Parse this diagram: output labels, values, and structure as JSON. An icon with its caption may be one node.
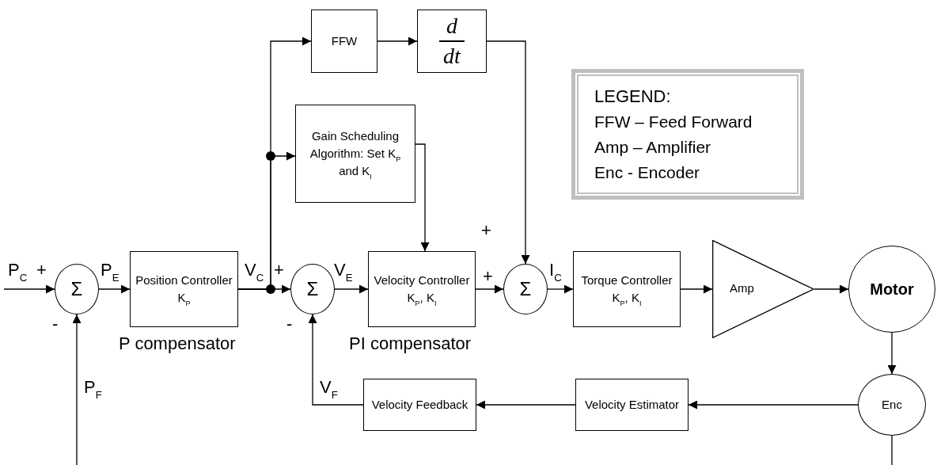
{
  "diagram": {
    "nodes": [
      {
        "text": [
          "Σ"
        ]
      },
      {
        "text": [
          "Position Controller K$_{P}$"
        ],
        "beside": [
          "P compensator"
        ]
      },
      {
        "text": [
          "Σ"
        ]
      },
      {
        "text": [
          "Velocity Controller K$_{P}$, K$_{I}$"
        ],
        "beside": [
          "PI compensator"
        ]
      },
      {
        "text": [
          "Σ"
        ]
      },
      {
        "text": [
          "Torque Controller K$_{P}$, K$_{I}$"
        ]
      },
      {
        "text": [
          "Amp"
        ]
      },
      {
        "text": [
          "Motor"
        ]
      },
      {
        "text": [
          "Enc"
        ]
      },
      {
        "text": [
          "Velocity Estimator"
        ]
      },
      {
        "text": [
          "Velocity Feedback"
        ]
      },
      {
        "text": [
          "FFW"
        ]
      },
      {
        "text": [
          "d",
          "dt"
        ]
      },
      {
        "text": [
          "Gain Scheduling Algorithm: Set K$_{P}$ and K$_{I}$"
        ]
      },
      {
        "text": [
          "LEGEND:",
          "FFW – Feed Forward",
          "Amp – Amplifier",
          "Enc - Encoder"
        ]
      }
    ],
    "edges": [
      {
        "from": null,
        "to": 0,
        "arrow": "to"
      },
      {
        "from": 0,
        "to": 1,
        "arrow": "to"
      },
      {
        "from": 1,
        "to": 2,
        "arrow": "to"
      },
      {
        "from": 1,
        "to": 11,
        "arrow": "to"
      },
      {
        "from": 1,
        "to": 13,
        "arrow": "to"
      },
      {
        "from": 2,
        "to": 3,
        "arrow": "to"
      },
      {
        "from": 13,
        "to": 3,
        "arrow": "to"
      },
      {
        "from": 3,
        "to": 4,
        "arrow": "to"
      },
      {
        "from": 11,
        "to": 12,
        "arrow": "to"
      },
      {
        "from": 12,
        "to": 4,
        "arrow": "to"
      },
      {
        "from": 4,
        "to": 5,
        "arrow": "to"
      },
      {
        "from": 5,
        "to": 6,
        "arrow": "to"
      },
      {
        "from": 6,
        "to": 7,
        "arrow": "to"
      },
      {
        "from": 7,
        "to": 8,
        "arrow": "to"
      },
      {
        "from": 8,
        "to": 9,
        "arrow": "to"
      },
      {
        "from": 9,
        "to": 10,
        "arrow": "to"
      },
      {
        "from": 10,
        "to": 2,
        "arrow": "to"
      },
      {
        "from": 8,
        "to": null,
        "arrow": "none"
      },
      {
        "from": null,
        "to": 0,
        "arrow": "to"
      }
    ],
    "labels": [
      "P$_{C}$",
      "+",
      "-",
      "P$_{E}$",
      "P$_{F}$",
      "V$_{C}$",
      "+",
      "-",
      "V$_{E}$",
      "V$_{F}$",
      "+",
      "+",
      "I$_{C}$"
    ]
  }
}
